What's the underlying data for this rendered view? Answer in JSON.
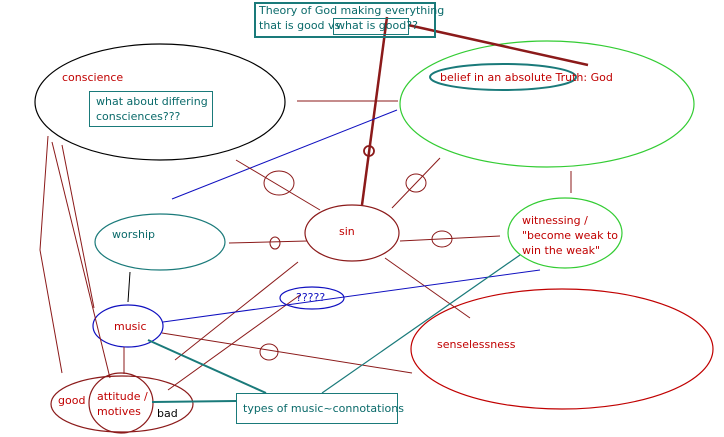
{
  "nodes": {
    "theory": {
      "line1": "Theory of God making everything",
      "line2a": "that is good vs.",
      "line2b": "what is good??"
    },
    "conscience": {
      "label": "conscience"
    },
    "differing": {
      "line1": "what about differing",
      "line2": "consciences???"
    },
    "belief": {
      "label": "belief in an absolute Truth: God"
    },
    "worship": {
      "label": "worship"
    },
    "sin": {
      "label": "sin"
    },
    "witnessing": {
      "line1": "witnessing /",
      "line2": "\"become weak to",
      "line3": "win the weak\""
    },
    "question": {
      "label": "?????"
    },
    "music": {
      "label": "music"
    },
    "senselessness": {
      "label": "senselessness"
    },
    "good": {
      "label": "good"
    },
    "attitude": {
      "line1": "attitude /",
      "line2": "motives"
    },
    "bad": {
      "label": "bad"
    },
    "types": {
      "label": "types of music~connotations"
    }
  },
  "colors": {
    "darkred": "#8b1a1a",
    "red": "#c00000",
    "green": "#33cc33",
    "blue": "#1010c0",
    "teal": "#1a7a7a",
    "black": "#000000"
  }
}
